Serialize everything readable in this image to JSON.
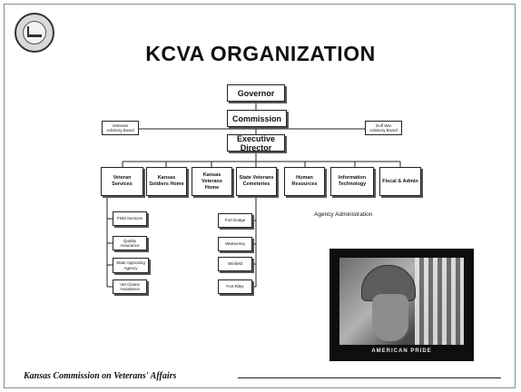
{
  "title": "KCVA ORGANIZATION",
  "boxes": {
    "governor": "Governor",
    "commission": "Commission",
    "executive_director": "Executive Director",
    "vets_advisory_board": "Veterans Advisory Board",
    "gulf_war_advisory_board": "Gulf War Advisory Board",
    "veteran_services": "Veteran Services",
    "kansas_soldiers_home": "Kansas Soldiers Home",
    "kansas_veterans_home": "Kansas Veterans Home",
    "state_veterans_cemeteries": "State Veterans Cemeteries",
    "human_resources": "Human Resources",
    "information_technology": "Information Technology",
    "fiscal_admin": "Fiscal & Admin",
    "field_services": "Field Services",
    "quality_assurance": "Quality Assurance",
    "state_approving_agency": "State Approving Agency",
    "vet_claims_assistance": "Vet Claims Assistance",
    "fort_dodge": "Fort Dodge",
    "winfield_cem": "WaKeeney",
    "wakeeney": "Winfield",
    "fort_riley": "Fort Riley"
  },
  "agency_administration": "Agency Administration",
  "photo_caption": "AMERICAN PRIDE",
  "footer": "Kansas Commission on Veterans' Affairs"
}
